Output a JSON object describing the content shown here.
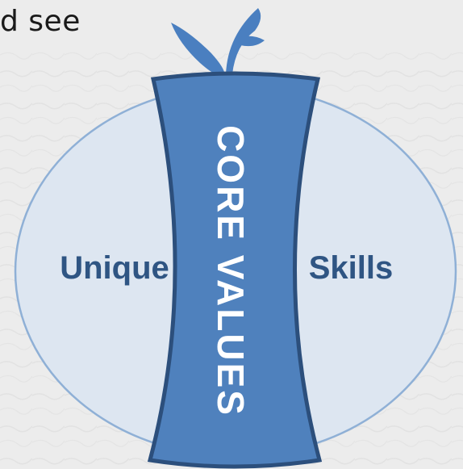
{
  "header": {
    "fragment_text": "d see"
  },
  "diagram": {
    "left_label": "Unique",
    "right_label": "Skills",
    "core_text": "CORE VALUES"
  },
  "colors": {
    "background": "#ececec",
    "fruit_fill": "#dde6f1",
    "fruit_stroke": "#8fb0d6",
    "core_fill": "#4f81bd",
    "core_stroke": "#2c4f7c",
    "label_color": "#2f5583",
    "core_text_color": "#ffffff"
  }
}
